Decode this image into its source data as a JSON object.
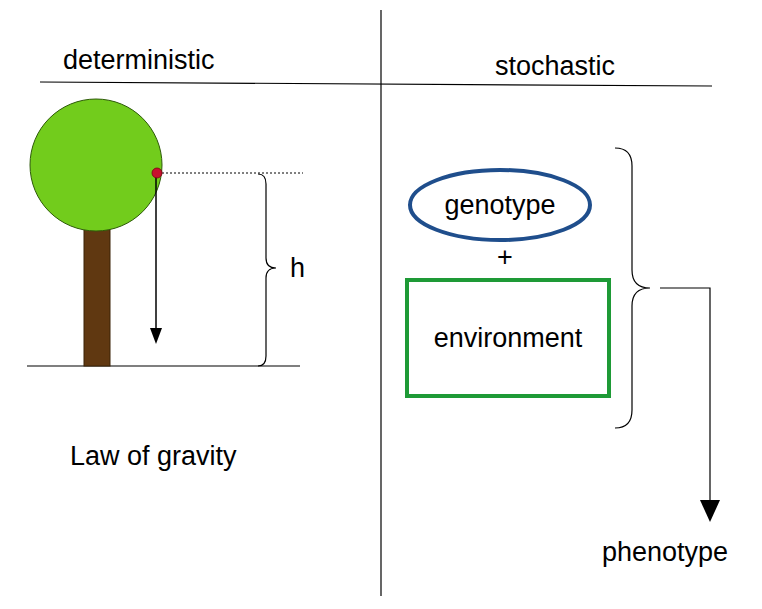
{
  "diagram": {
    "nodes": [
      {
        "text": [
          "genotype"
        ]
      },
      {
        "text": [
          "environment"
        ]
      }
    ],
    "labels": [
      "deterministic",
      "stochastic",
      "h",
      "+",
      "Law of gravity",
      "phenotype"
    ]
  }
}
